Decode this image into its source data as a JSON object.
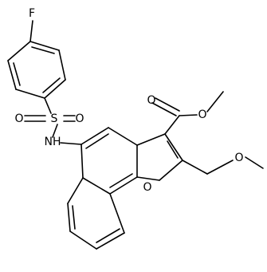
{
  "labels": {
    "fluorine": "F",
    "sulfur": "S",
    "sulfonyl_oxygen_left": "O",
    "sulfonyl_oxygen_right": "O",
    "amine": "NH",
    "furan_oxygen": "O",
    "carbonyl_oxygen": "O",
    "ester_oxygen": "O",
    "ether_oxygen": "O"
  },
  "colors": {
    "bond": "#000000",
    "text": "#000000",
    "background": "#ffffff"
  }
}
